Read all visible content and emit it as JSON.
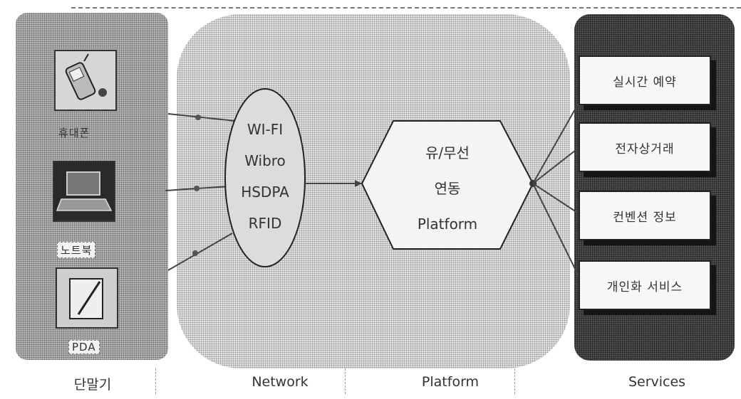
{
  "columns": {
    "devices": "단말기",
    "network": "Network",
    "platform": "Platform",
    "services": "Services"
  },
  "devices": [
    {
      "label": "휴대폰",
      "icon": "mobile-phone-icon"
    },
    {
      "label": "노트북",
      "icon": "laptop-icon"
    },
    {
      "label": "PDA",
      "icon": "pda-icon"
    }
  ],
  "network": {
    "technologies": [
      "WI-FI",
      "Wibro",
      "HSDPA",
      "RFID"
    ]
  },
  "platform": {
    "lines": [
      "유/무선",
      "연동",
      "Platform"
    ]
  },
  "services": [
    "실시간 예약",
    "전자상거래",
    "컨벤션 정보",
    "개인화 서비스"
  ]
}
